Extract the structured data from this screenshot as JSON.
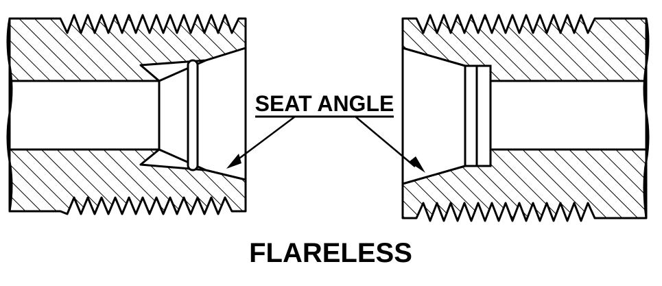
{
  "diagram": {
    "callout_label": "SEAT ANGLE",
    "caption": "FLARELESS",
    "colors": {
      "ink": "#000000",
      "paper": "#ffffff"
    },
    "parts": [
      {
        "id": "left-fitting",
        "kind": "threaded-body-section"
      },
      {
        "id": "right-fitting",
        "kind": "threaded-body-section"
      }
    ]
  }
}
